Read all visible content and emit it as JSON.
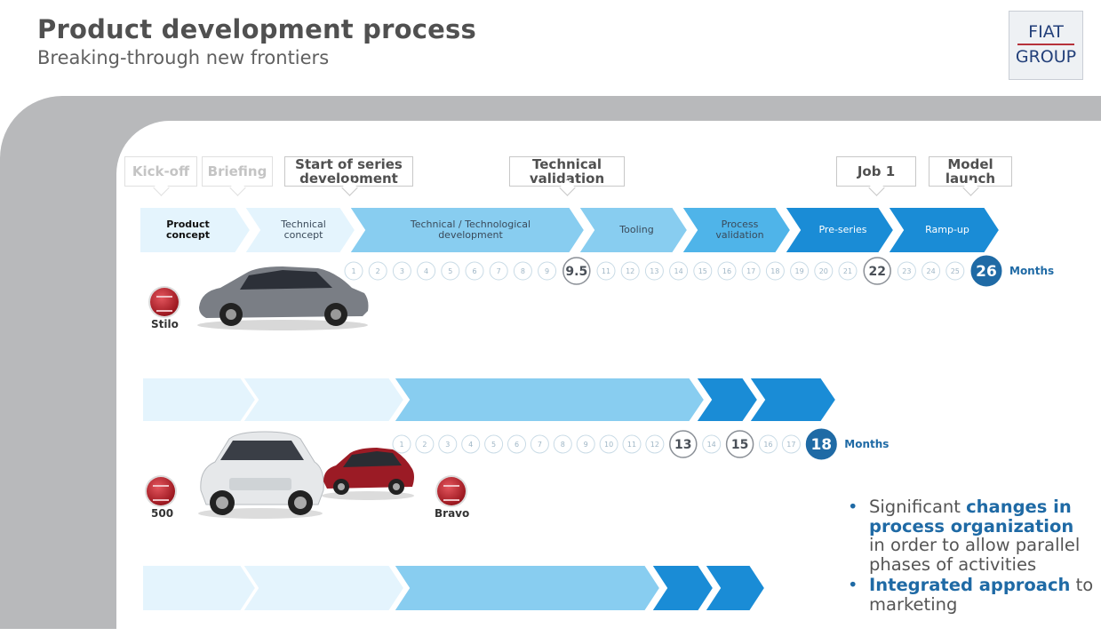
{
  "header": {
    "title": "Product development process",
    "subtitle": "Breaking-through new frontiers",
    "logo_line1": "FIAT",
    "logo_line2": "GROUP"
  },
  "milestones": [
    {
      "label": "Kick-off",
      "faded": true
    },
    {
      "label": "Briefing",
      "faded": true
    },
    {
      "label": "Start of series\ndevelopment",
      "faded": false
    },
    {
      "label": "Technical\nvalidation",
      "faded": false
    },
    {
      "label": "Job 1",
      "faded": false
    },
    {
      "label": "Model\nlaunch",
      "faded": false
    }
  ],
  "phases": [
    {
      "label": "Product\nconcept",
      "bold": true
    },
    {
      "label": "Technical\nconcept",
      "bold": false
    },
    {
      "label": "Technical / Technological\ndevelopment",
      "bold": false
    },
    {
      "label": "Tooling",
      "bold": false
    },
    {
      "label": "Process\nvalidation",
      "bold": false
    },
    {
      "label": "Pre-series",
      "bold": false
    },
    {
      "label": "Ramp-up",
      "bold": false
    }
  ],
  "colors": {
    "pale": "#e4f4fd",
    "light": "#88cdf0",
    "mid": "#4fb4e9",
    "dark": "#1a8cd6",
    "accent": "#1f6aa5"
  },
  "timeline1": {
    "months": [
      "1",
      "2",
      "3",
      "4",
      "5",
      "6",
      "7",
      "8",
      "9",
      "9.5",
      "11",
      "12",
      "13",
      "14",
      "15",
      "16",
      "17",
      "18",
      "19",
      "20",
      "21",
      "22",
      "23",
      "24",
      "25",
      "26"
    ],
    "emphasis": [
      "9.5",
      "22"
    ],
    "final": "26",
    "unit": "Months"
  },
  "timeline2": {
    "months": [
      "1",
      "2",
      "3",
      "4",
      "5",
      "6",
      "7",
      "8",
      "9",
      "10",
      "11",
      "12",
      "13",
      "14",
      "15",
      "16",
      "17",
      "18"
    ],
    "emphasis": [
      "13",
      "15"
    ],
    "final": "18",
    "unit": "Months"
  },
  "cars": {
    "stilo": "Stilo",
    "fiat500": "500",
    "bravo": "Bravo"
  },
  "bullets": [
    {
      "pre": "Significant ",
      "hl": "changes in process organization",
      "post": " in order to allow parallel phases of activities"
    },
    {
      "pre": "",
      "hl": "Integrated approach",
      "post": " to marketing"
    }
  ]
}
